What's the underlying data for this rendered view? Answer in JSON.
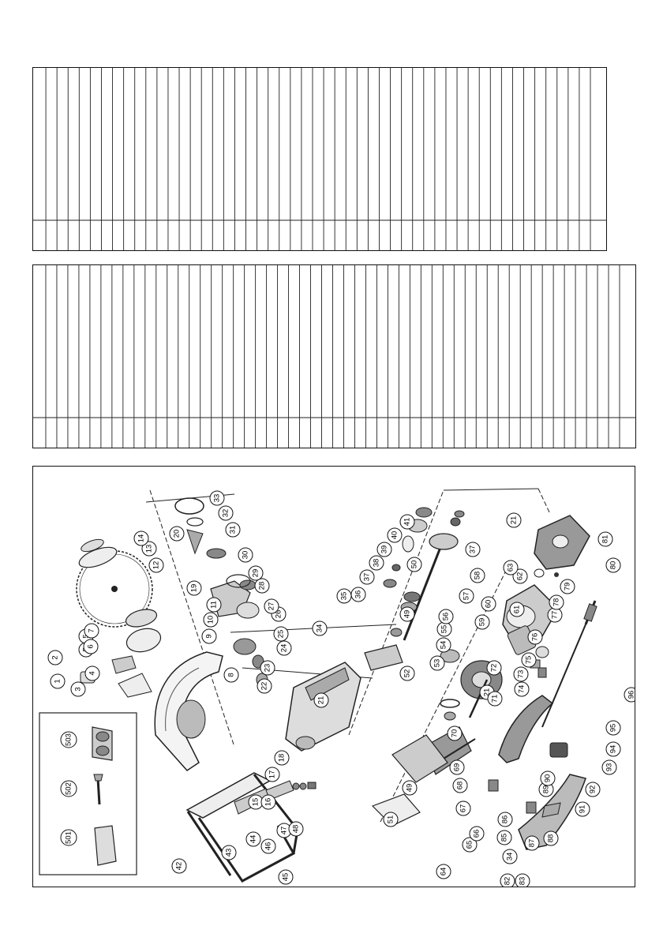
{
  "callouts": [
    {
      "id": "c1",
      "label": "1"
    },
    {
      "id": "c2",
      "label": "2"
    },
    {
      "id": "c3",
      "label": "3"
    },
    {
      "id": "c4",
      "label": "4"
    },
    {
      "id": "c5a",
      "label": "5"
    },
    {
      "id": "c5b",
      "label": "5"
    },
    {
      "id": "c6",
      "label": "6"
    },
    {
      "id": "c7",
      "label": "7"
    },
    {
      "id": "c8",
      "label": "8"
    },
    {
      "id": "c9",
      "label": "9"
    },
    {
      "id": "c10",
      "label": "10"
    },
    {
      "id": "c11",
      "label": "11"
    },
    {
      "id": "c12",
      "label": "12"
    },
    {
      "id": "c13",
      "label": "13"
    },
    {
      "id": "c14",
      "label": "14"
    },
    {
      "id": "c15",
      "label": "15"
    },
    {
      "id": "c16",
      "label": "16"
    },
    {
      "id": "c17",
      "label": "17"
    },
    {
      "id": "c18",
      "label": "18"
    },
    {
      "id": "c19",
      "label": "19"
    },
    {
      "id": "c20",
      "label": "20"
    },
    {
      "id": "c21a",
      "label": "21"
    },
    {
      "id": "c21b",
      "label": "21"
    },
    {
      "id": "c21c",
      "label": "21"
    },
    {
      "id": "c22",
      "label": "22"
    },
    {
      "id": "c23",
      "label": "23"
    },
    {
      "id": "c24",
      "label": "24"
    },
    {
      "id": "c25",
      "label": "25"
    },
    {
      "id": "c26",
      "label": "26"
    },
    {
      "id": "c27",
      "label": "27"
    },
    {
      "id": "c28",
      "label": "28"
    },
    {
      "id": "c29",
      "label": "29"
    },
    {
      "id": "c30",
      "label": "30"
    },
    {
      "id": "c31",
      "label": "31"
    },
    {
      "id": "c32",
      "label": "32"
    },
    {
      "id": "c33",
      "label": "33"
    },
    {
      "id": "c34a",
      "label": "34"
    },
    {
      "id": "c34b",
      "label": "34"
    },
    {
      "id": "c35",
      "label": "35"
    },
    {
      "id": "c36",
      "label": "36"
    },
    {
      "id": "c37a",
      "label": "37"
    },
    {
      "id": "c37b",
      "label": "37"
    },
    {
      "id": "c38",
      "label": "38"
    },
    {
      "id": "c39",
      "label": "39"
    },
    {
      "id": "c40",
      "label": "40"
    },
    {
      "id": "c41",
      "label": "41"
    },
    {
      "id": "c42",
      "label": "42"
    },
    {
      "id": "c43",
      "label": "43"
    },
    {
      "id": "c44",
      "label": "44"
    },
    {
      "id": "c45",
      "label": "45"
    },
    {
      "id": "c46",
      "label": "46"
    },
    {
      "id": "c47",
      "label": "47"
    },
    {
      "id": "c48",
      "label": "48"
    },
    {
      "id": "c49a",
      "label": "49"
    },
    {
      "id": "c49b",
      "label": "49"
    },
    {
      "id": "c50",
      "label": "50"
    },
    {
      "id": "c51",
      "label": "51"
    },
    {
      "id": "c52",
      "label": "52"
    },
    {
      "id": "c53",
      "label": "53"
    },
    {
      "id": "c54",
      "label": "54"
    },
    {
      "id": "c55",
      "label": "55"
    },
    {
      "id": "c56",
      "label": "56"
    },
    {
      "id": "c57",
      "label": "57"
    },
    {
      "id": "c58",
      "label": "58"
    },
    {
      "id": "c59",
      "label": "59"
    },
    {
      "id": "c60",
      "label": "60"
    },
    {
      "id": "c61",
      "label": "61"
    },
    {
      "id": "c62",
      "label": "62"
    },
    {
      "id": "c63",
      "label": "63"
    },
    {
      "id": "c64",
      "label": "64"
    },
    {
      "id": "c65",
      "label": "65"
    },
    {
      "id": "c66",
      "label": "66"
    },
    {
      "id": "c67",
      "label": "67"
    },
    {
      "id": "c68",
      "label": "68"
    },
    {
      "id": "c69",
      "label": "69"
    },
    {
      "id": "c70",
      "label": "70"
    },
    {
      "id": "c71",
      "label": "71"
    },
    {
      "id": "c72",
      "label": "72"
    },
    {
      "id": "c73",
      "label": "73"
    },
    {
      "id": "c74",
      "label": "74"
    },
    {
      "id": "c75",
      "label": "75"
    },
    {
      "id": "c76",
      "label": "76"
    },
    {
      "id": "c77",
      "label": "77"
    },
    {
      "id": "c78",
      "label": "78"
    },
    {
      "id": "c79",
      "label": "79"
    },
    {
      "id": "c80",
      "label": "80"
    },
    {
      "id": "c81",
      "label": "81"
    },
    {
      "id": "c82",
      "label": "82"
    },
    {
      "id": "c83",
      "label": "83"
    },
    {
      "id": "c85",
      "label": "85"
    },
    {
      "id": "c86",
      "label": "86"
    },
    {
      "id": "c87",
      "label": "87"
    },
    {
      "id": "c88",
      "label": "88"
    },
    {
      "id": "c89",
      "label": "89"
    },
    {
      "id": "c90",
      "label": "90"
    },
    {
      "id": "c91",
      "label": "91"
    },
    {
      "id": "c92",
      "label": "92"
    },
    {
      "id": "c93",
      "label": "93"
    },
    {
      "id": "c94",
      "label": "94"
    },
    {
      "id": "c95",
      "label": "95"
    },
    {
      "id": "c96",
      "label": "96"
    },
    {
      "id": "c501",
      "label": "501"
    },
    {
      "id": "c502",
      "label": "502"
    },
    {
      "id": "c503",
      "label": "503"
    }
  ]
}
